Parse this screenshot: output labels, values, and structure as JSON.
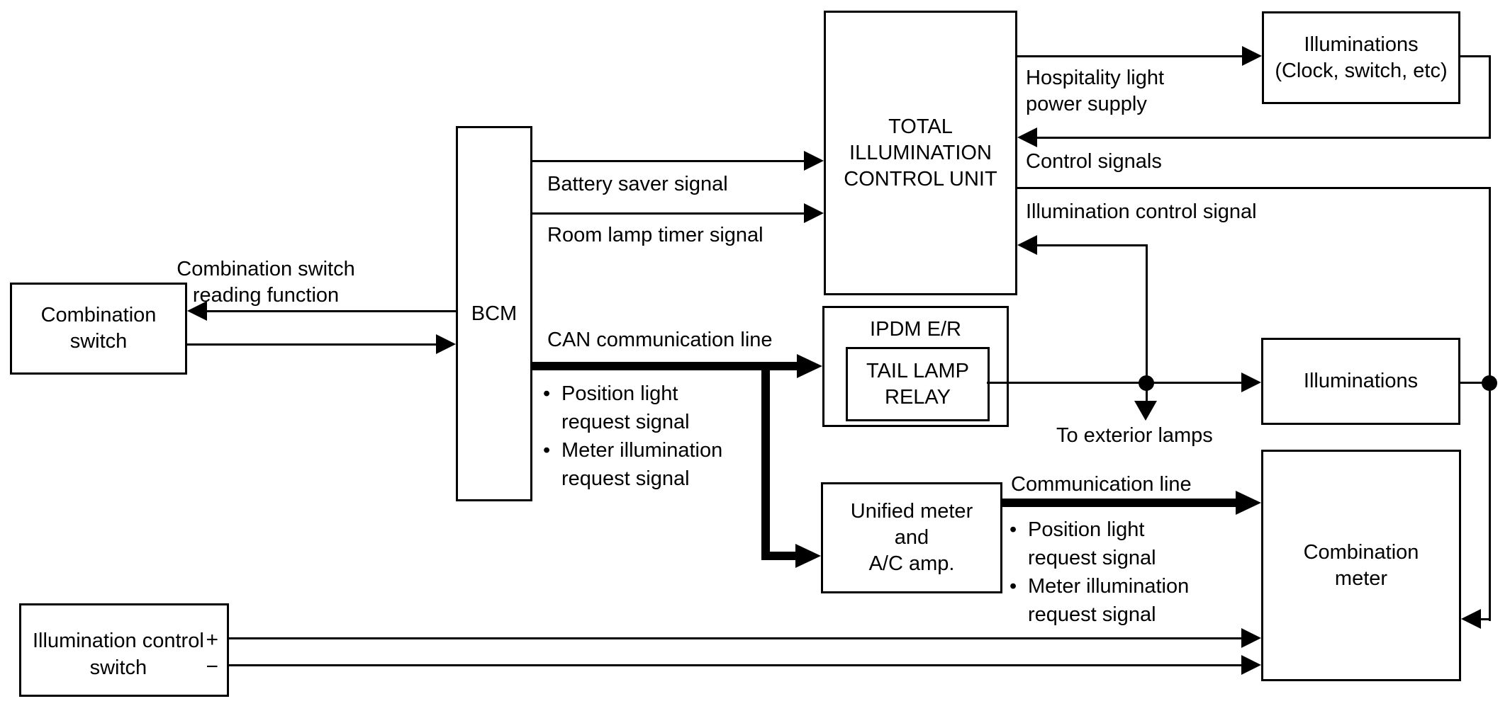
{
  "diagram": {
    "boxes": {
      "combination_switch": {
        "label": "Combination\nswitch"
      },
      "bcm": {
        "label": "BCM"
      },
      "total_illumination_control_unit": {
        "label": "TOTAL\nILLUMINATION\nCONTROL UNIT"
      },
      "ipdm": {
        "label": "IPDM E/R",
        "relay_label": "TAIL LAMP\nRELAY"
      },
      "illuminations_clock": {
        "label": "Illuminations\n(Clock, switch, etc)"
      },
      "illuminations": {
        "label": "Illuminations"
      },
      "unified_meter_ac_amp": {
        "label": "Unified meter\nand\nA/C amp."
      },
      "combination_meter": {
        "label": "Combination\nmeter"
      },
      "illumination_control_switch": {
        "label": "Illumination control\nswitch",
        "plus_symbol": "+",
        "minus_symbol": "−"
      }
    },
    "edge_labels": {
      "combination_switch_reading_function": "Combination switch\nreading function",
      "battery_saver_signal": "Battery saver signal",
      "room_lamp_timer_signal": "Room lamp timer signal",
      "can_communication_line": "CAN communication line",
      "hospitality_light_power_supply": "Hospitality light\npower supply",
      "control_signals": "Control signals",
      "illumination_control_signal": "Illumination control signal",
      "to_exterior_lamps": "To exterior lamps",
      "communication_line": "Communication line"
    },
    "lists": {
      "can_signals": {
        "rows": [
          {
            "marker": "•",
            "text": "Position light"
          },
          {
            "marker": "",
            "text": "request signal"
          },
          {
            "marker": "•",
            "text": "Meter illumination"
          },
          {
            "marker": "",
            "text": "request signal"
          }
        ]
      },
      "comm_signals": {
        "rows": [
          {
            "marker": "•",
            "text": "Position light"
          },
          {
            "marker": "",
            "text": "request signal"
          },
          {
            "marker": "•",
            "text": "Meter illumination"
          },
          {
            "marker": "",
            "text": "request signal"
          }
        ]
      }
    },
    "colors": {
      "line": "#000000",
      "background": "#ffffff"
    }
  }
}
